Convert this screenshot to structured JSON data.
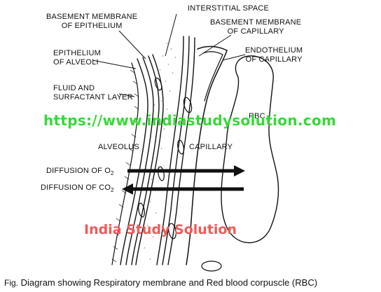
{
  "labels": {
    "basement_epithelium_1": "BASEMENT MEMBRANE",
    "basement_epithelium_2": "OF EPITHELIUM",
    "interstitial": "INTERSTITIAL SPACE",
    "basement_capillary_1": "BASEMENT MEMBRANE",
    "basement_capillary_2": "OF CAPILLARY",
    "epithelium_1": "EPITHELIUM",
    "epithelium_2": "OF ALVEOLI",
    "endothelium_1": "ENDOTHELIUM",
    "endothelium_2": "OF CAPILLARY",
    "fluid_1": "FLUID AND",
    "fluid_2": "SURFACTANT LAYER",
    "rbc": "RBC",
    "alveolus": "ALVEOLUS",
    "capillary": "CAPILLARY",
    "diffusion_o2": "DIFFUSION OF O",
    "diffusion_o2_sub": "2",
    "diffusion_co2": "DIFFUSION OF CO",
    "diffusion_co2_sub": "2"
  },
  "caption": {
    "prefix": "Fig.",
    "text": " Diagram showing Respiratory membrane and Red blood corpuscle (RBC)"
  },
  "watermarks": {
    "url": "https://www.indiastudysolution.com",
    "name": "India Study Solution"
  }
}
